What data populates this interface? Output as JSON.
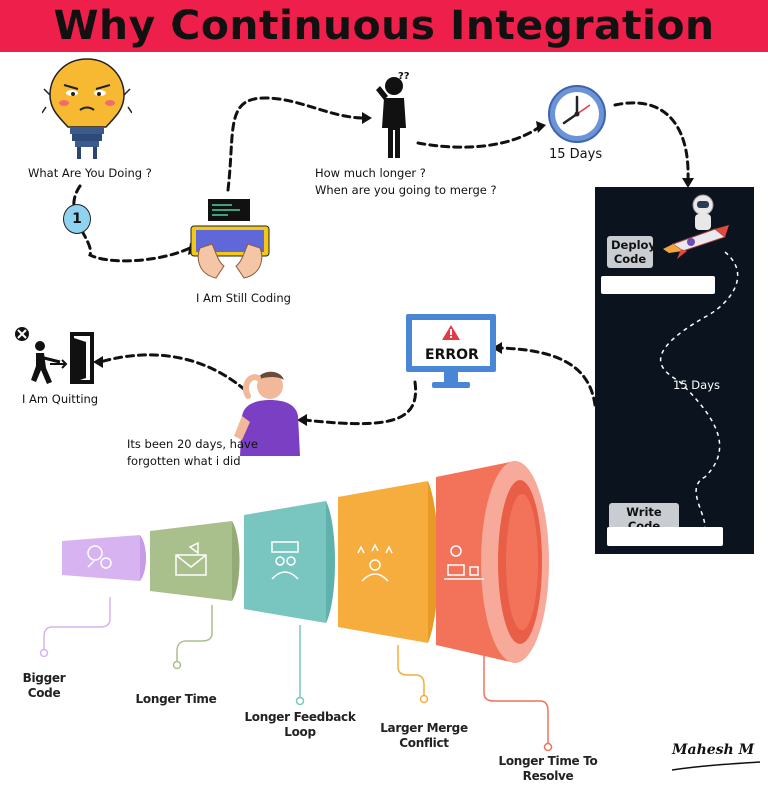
{
  "title": "Why Continuous Integration",
  "story": {
    "bulb_question": "What Are You Doing ?",
    "step_number": "1",
    "still_coding": "I Am Still Coding",
    "manager_question_1": "How much longer ?",
    "manager_question_2": "When are you going to merge ?",
    "manager_thought": "??",
    "clock_days": "15 Days",
    "deploy_code": "Deploy Code",
    "panel_days": "15 Days",
    "write_code": "Write Code",
    "error_label": "ERROR",
    "forgotten": "Its been 20 days, have forgotten what i did",
    "quitting": "I Am Quitting"
  },
  "funnel": {
    "items": [
      {
        "label": "Bigger Code",
        "color": "#d7b3f2"
      },
      {
        "label": "Longer Time",
        "color": "#a9bf8c"
      },
      {
        "label": "Longer Feedback Loop",
        "color": "#79c6c0"
      },
      {
        "label": "Larger Merge Conflict",
        "color": "#f6ad3d"
      },
      {
        "label": "Longer Time To Resolve",
        "color": "#f2735a"
      }
    ]
  },
  "signature": "Mahesh M",
  "colors": {
    "banner": "#ef1f4b",
    "panel": "#0b141e",
    "monitor": "#4a86d6",
    "error_text": "#111111"
  }
}
